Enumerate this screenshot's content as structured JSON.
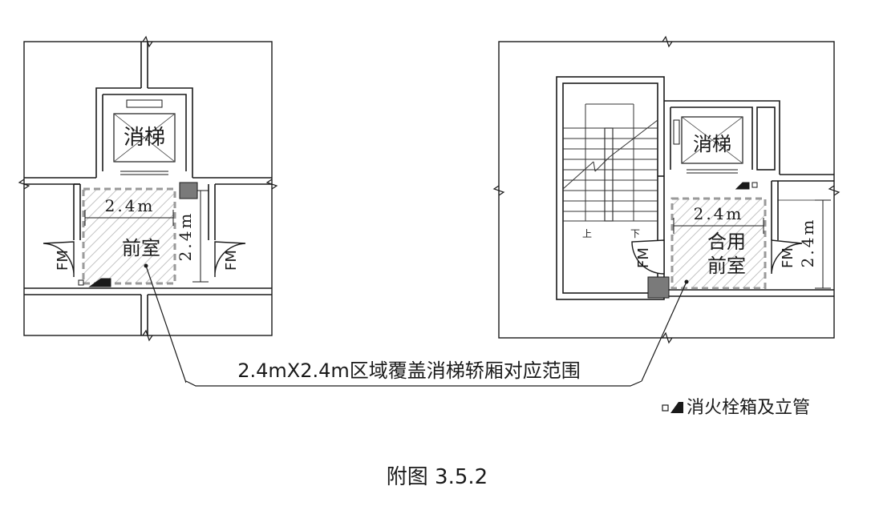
{
  "left_plan": {
    "elevator_label": "消梯",
    "lobby_label": "前室",
    "dim_horizontal": "2.4m",
    "dim_vertical": "2.4m",
    "door_left_label": "FM",
    "door_right_label": "FM"
  },
  "right_plan": {
    "elevator_label": "消梯",
    "lobby_label_line1": "合用",
    "lobby_label_line2": "前室",
    "dim_horizontal": "2.4m",
    "dim_vertical": "2.4m",
    "stair_up_label": "上",
    "stair_down_label": "下",
    "door_left_label": "FM",
    "door_right_label": "FM"
  },
  "callout_text": "2.4mX2.4m区域覆盖消梯轿厢对应范围",
  "legend_text": "消火栓箱及立管",
  "caption": "附图 3.5.2",
  "colors": {
    "line": "#1a1a1a",
    "dash": "#9a9a9a",
    "hatch": "#b5b5b5",
    "fill_dark": "#7a7a7a"
  }
}
